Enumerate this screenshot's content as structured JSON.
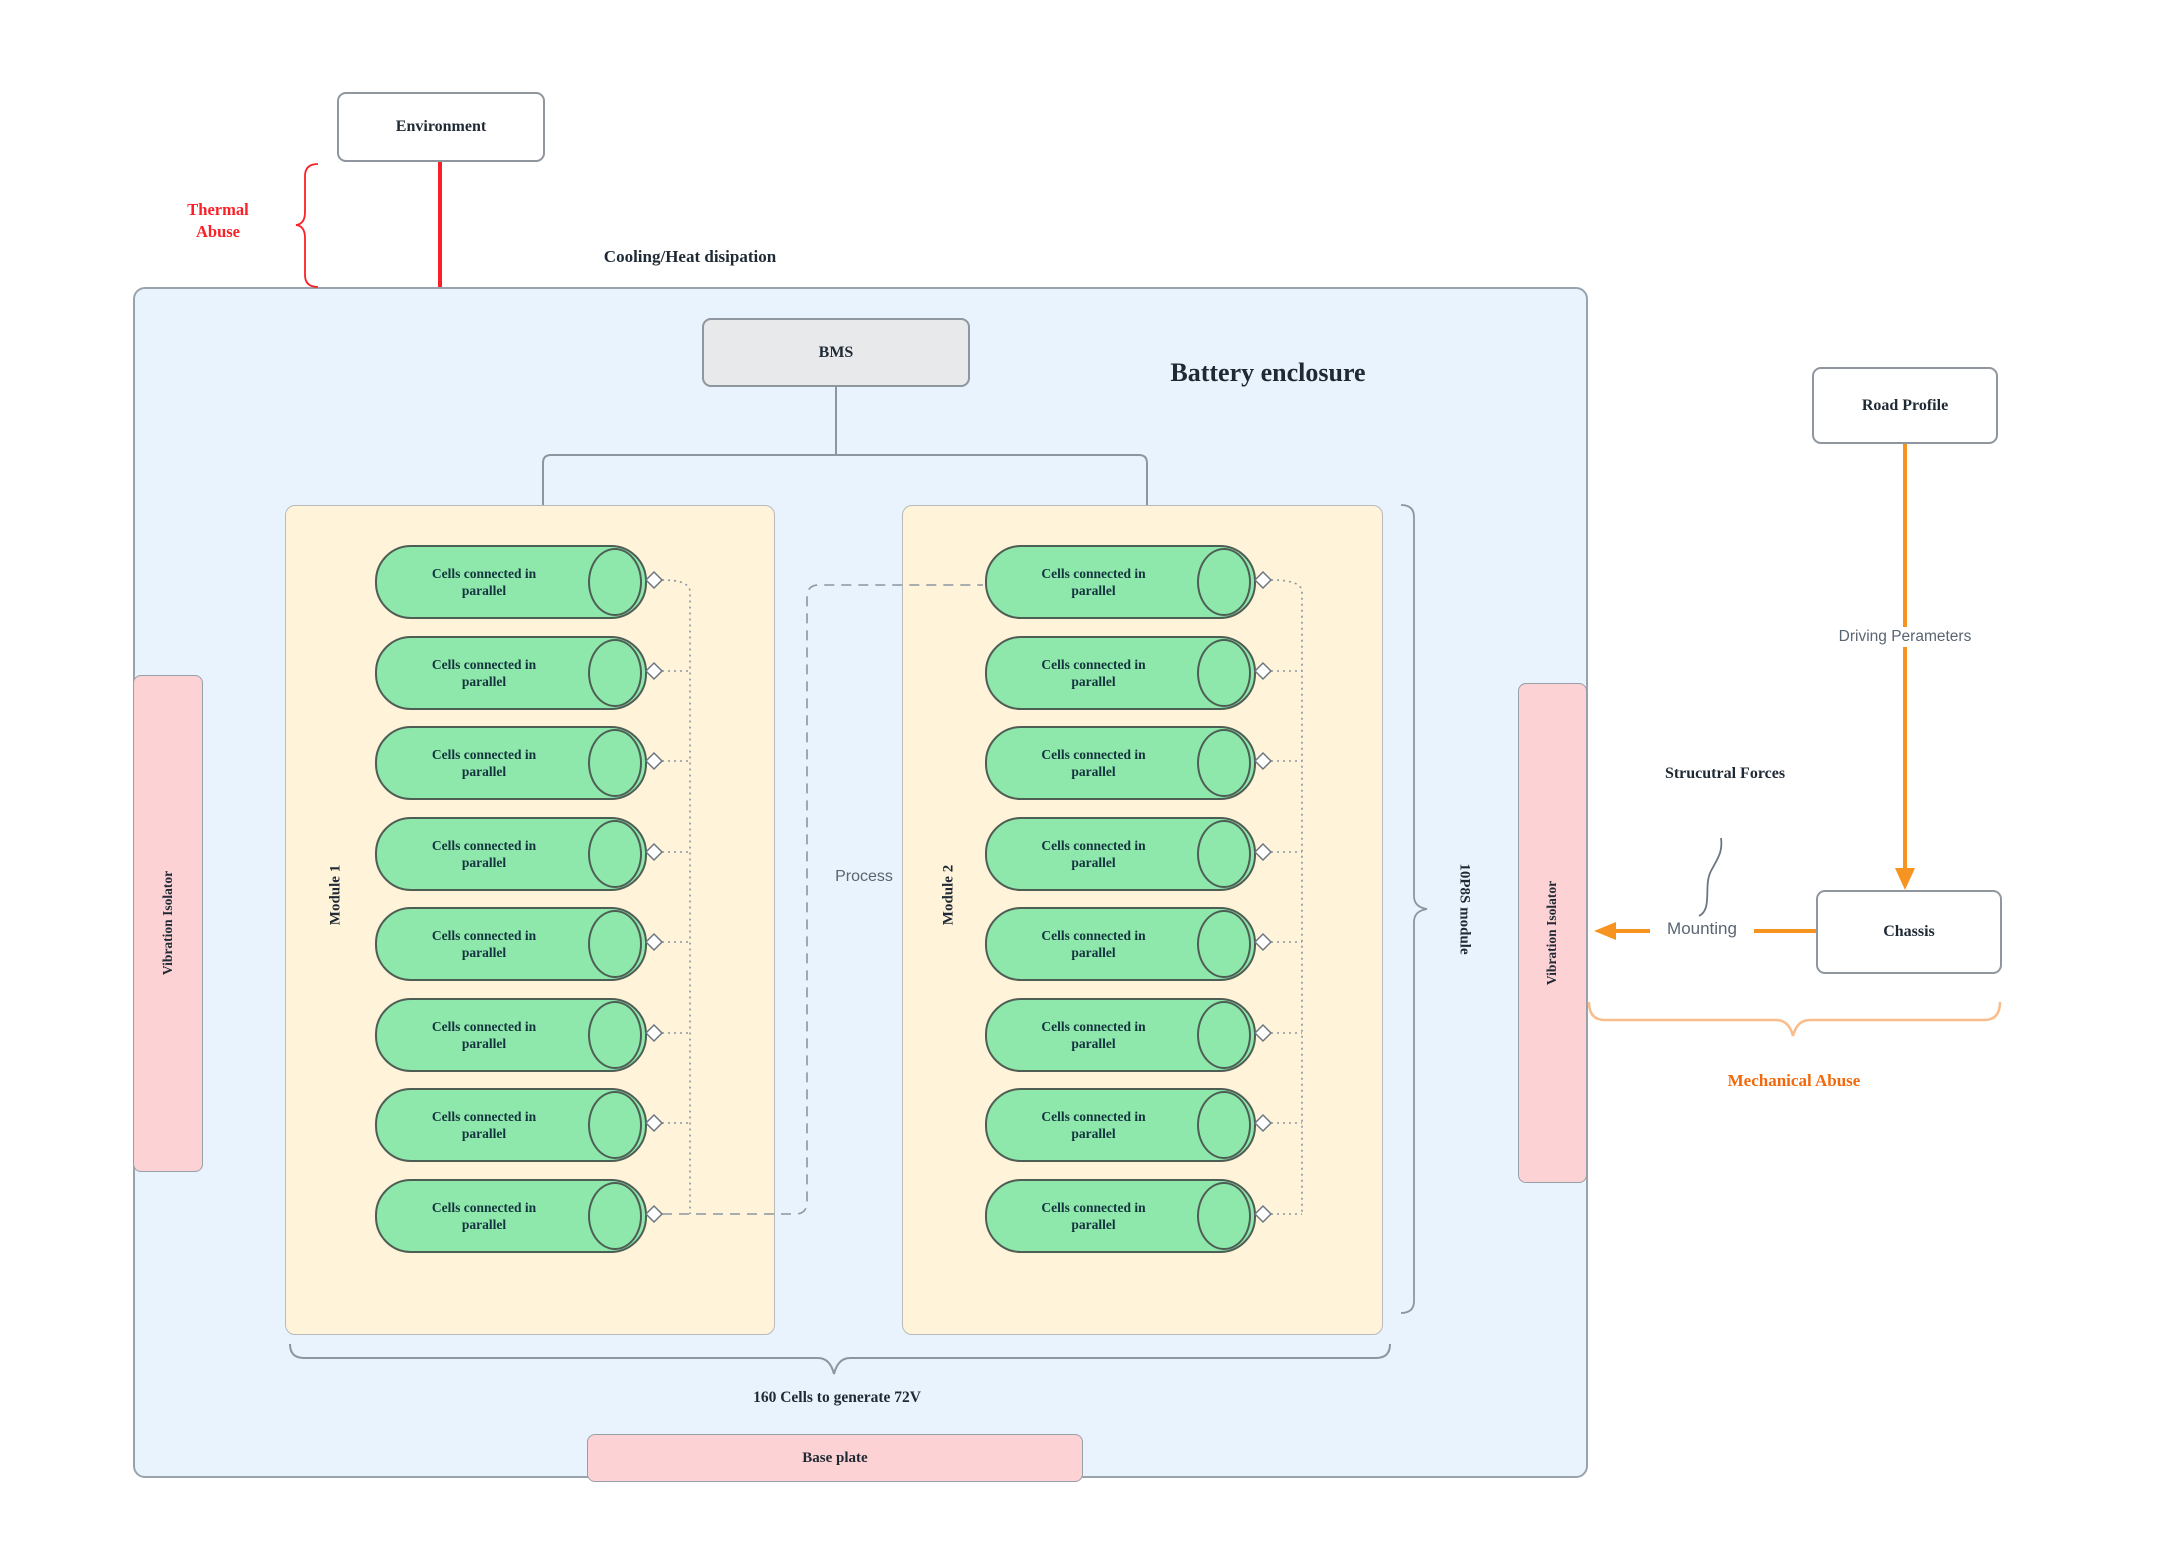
{
  "diagram": {
    "environment_label": "Environment",
    "thermal_abuse": {
      "line1": "Thermal",
      "line2": "Abuse"
    },
    "cooling_label": "Cooling/Heat disipation",
    "enclosure_title": "Battery enclosure",
    "bms_label": "BMS",
    "modules": [
      {
        "label": "Module 1",
        "cell_count": 8
      },
      {
        "label": "Module 2",
        "cell_count": 8
      }
    ],
    "cell": {
      "line1": "Cells connected in",
      "line2": "parallel"
    },
    "process_label": "Process",
    "left_isolator_label": "Vibration Isolator",
    "right_isolator_label": "Vibration Isolator",
    "pack_brace_label": "10P8S module",
    "road_profile_label": "Road Profile",
    "driving_parameters_label": "Driving Perameters",
    "structural_forces_label": "Strucutral Forces",
    "mounting_label": "Mounting",
    "chassis_label": "Chassis",
    "mechanical_abuse_label": "Mechanical Abuse",
    "cells_summary_label": "160 Cells to generate 72V",
    "base_plate_label": "Base plate"
  },
  "colors": {
    "enclosure_fill": "#e9f3fd",
    "module_fill": "#fff3d9",
    "cell_fill": "#8ee8ab",
    "isolator_fill": "#fcd2d4",
    "bms_fill": "#e8e9ea",
    "thermal_red": "#fb2027",
    "mechanical_orange": "#f79320",
    "mechanical_abuse_text": "#f2690d",
    "orange_brace": "#f8bd8b",
    "connector_gray": "#8c96a2"
  }
}
